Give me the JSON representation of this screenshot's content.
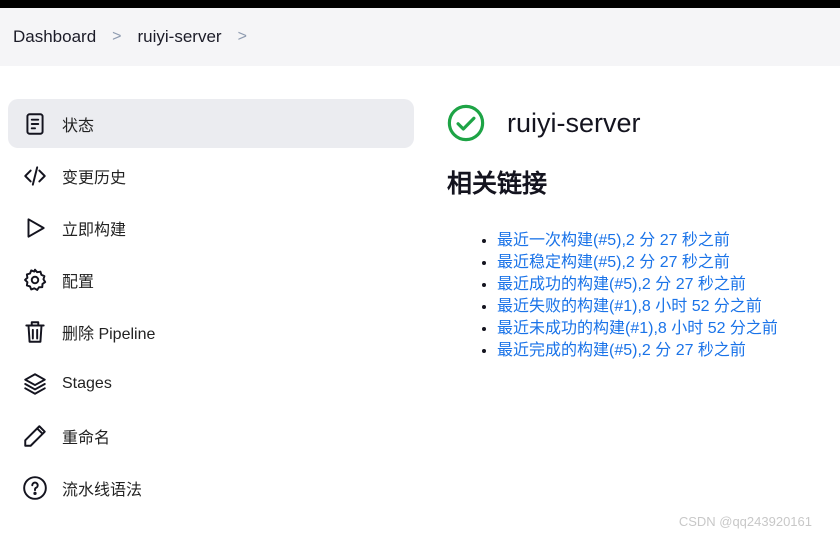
{
  "breadcrumb": {
    "items": [
      "Dashboard",
      "ruiyi-server"
    ]
  },
  "sidebar": {
    "items": [
      {
        "label": "状态",
        "icon": "status-icon"
      },
      {
        "label": "变更历史",
        "icon": "code-icon"
      },
      {
        "label": "立即构建",
        "icon": "play-icon"
      },
      {
        "label": "配置",
        "icon": "gear-icon"
      },
      {
        "label": "删除 Pipeline",
        "icon": "trash-icon"
      },
      {
        "label": "Stages",
        "icon": "layers-icon"
      },
      {
        "label": "重命名",
        "icon": "pencil-icon"
      },
      {
        "label": "流水线语法",
        "icon": "help-icon"
      }
    ]
  },
  "main": {
    "title": "ruiyi-server",
    "status_color": "#1ea446",
    "links_heading": "相关链接",
    "links": [
      "最近一次构建(#5),2 分 27 秒之前",
      "最近稳定构建(#5),2 分 27 秒之前",
      "最近成功的构建(#5),2 分 27 秒之前",
      "最近失败的构建(#1),8 小时 52 分之前",
      "最近未成功的构建(#1),8 小时 52 分之前",
      "最近完成的构建(#5),2 分 27 秒之前"
    ]
  },
  "watermark": "CSDN @qq243920161"
}
